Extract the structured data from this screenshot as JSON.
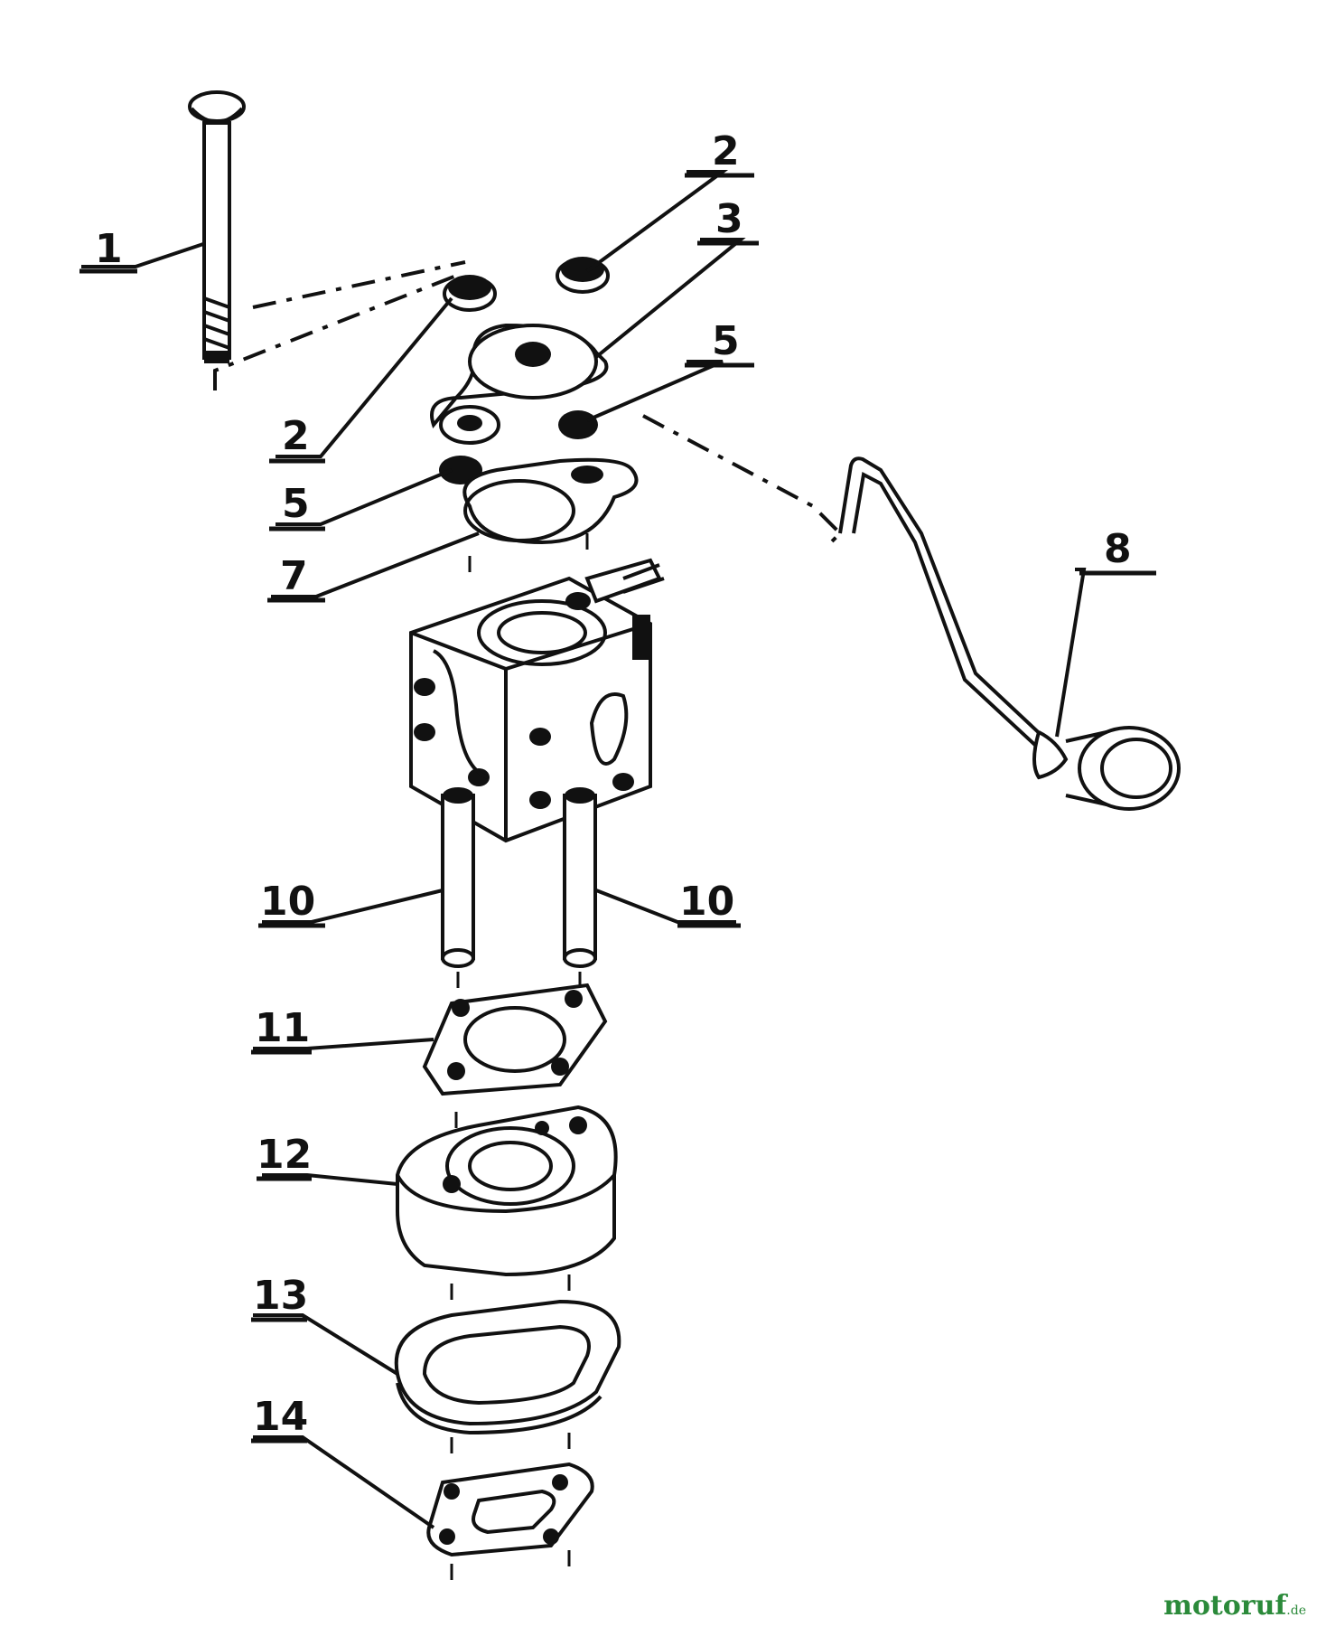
{
  "callouts": [
    "1",
    "2",
    "3",
    "5",
    "2",
    "5",
    "7",
    "8",
    "10",
    "10",
    "11",
    "12",
    "13",
    "14"
  ],
  "watermark": {
    "text": "motoruf",
    "tld": ".de"
  },
  "colors": {
    "ink": "#111111",
    "paper": "#ffffff",
    "watermark": "#2b8a3a"
  }
}
